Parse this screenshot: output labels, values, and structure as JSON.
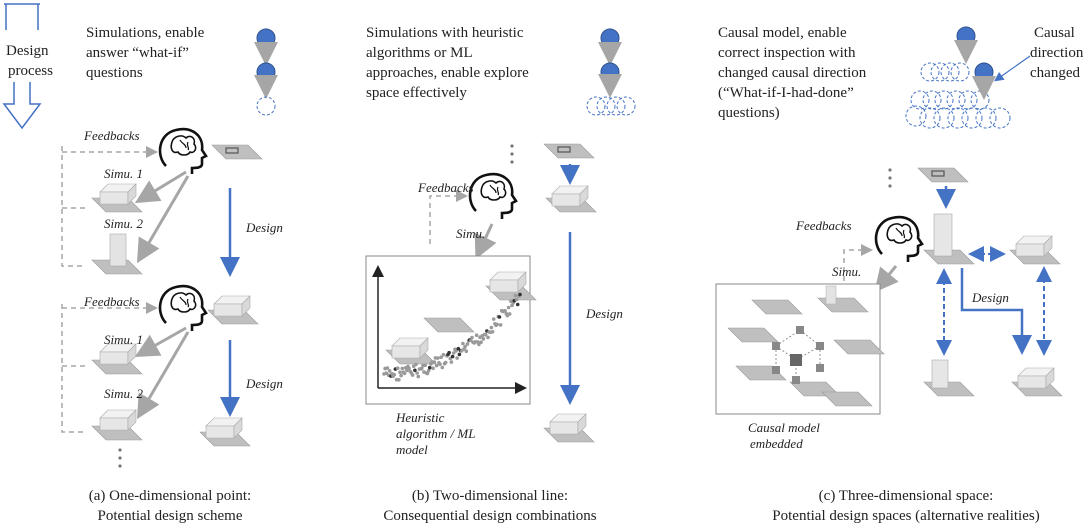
{
  "colors": {
    "blue": "#4472c4",
    "gray_arrow": "#a6a6a6",
    "dash_gray": "#a6a6a6",
    "dot_light": "#bfbfbf",
    "dot_dark": "#333333"
  },
  "left_legend": {
    "process_label_1": "Design",
    "process_label_2": "process"
  },
  "panel_a": {
    "note_lines": [
      "Simulations, enable",
      "answer “what-if”",
      "questions"
    ],
    "feedbacks_1": "Feedbacks",
    "simu1_1": "Simu. 1",
    "simu2_1": "Simu. 2",
    "design_1": "Design",
    "feedbacks_2": "Feedbacks",
    "simu1_2": "Simu. 1",
    "simu2_2": "Simu. 2",
    "design_2": "Design",
    "caption_1": "(a) One-dimensional point:",
    "caption_2": "Potential design scheme"
  },
  "panel_b": {
    "note_lines": [
      "Simulations with heuristic",
      "algorithms or ML",
      "approaches, enable explore",
      "space effectively"
    ],
    "feedbacks": "Feedbacks",
    "simu": "Simu.",
    "design": "Design",
    "box_label_lines": [
      "Heuristic",
      "algorithm / ML",
      "model"
    ],
    "caption_1": "(b) Two-dimensional line:",
    "caption_2": "Consequential design combinations"
  },
  "panel_c": {
    "note_lines": [
      "Causal model, enable",
      "correct inspection with",
      "changed causal direction",
      "(“What-if-I-had-done”",
      "questions)"
    ],
    "causal_note_lines": [
      "Causal",
      "direction",
      "changed"
    ],
    "feedbacks": "Feedbacks",
    "simu": "Simu.",
    "design": "Design",
    "box_label_lines": [
      "Causal model",
      "embedded"
    ],
    "caption_1": "(c) Three-dimensional space:",
    "caption_2": "Potential design spaces (alternative realities)"
  }
}
